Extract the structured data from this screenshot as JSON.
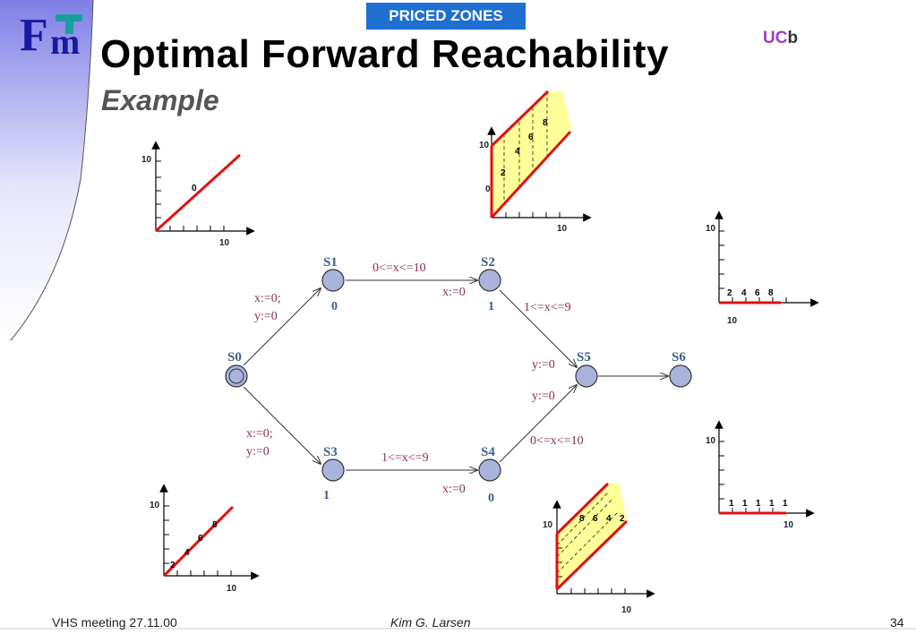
{
  "banner": "PRICED ZONES",
  "title": "Optimal Forward Reachability",
  "subtitle": "Example",
  "ucb": {
    "uc": "UC",
    "b": "b"
  },
  "footer": {
    "left": "VHS meeting 27.11.00",
    "center": "Kim G. Larsen",
    "page": "34"
  },
  "states": {
    "s0": "S0",
    "s1": "S1",
    "s2": "S2",
    "s3": "S3",
    "s4": "S4",
    "s5": "S5",
    "s6": "S6"
  },
  "costs": {
    "s1": "0",
    "s2": "1",
    "s3": "1",
    "s4": "0"
  },
  "edges": {
    "s0_s1_reset_x": "x:=0;",
    "s0_s1_reset_y": "y:=0",
    "s0_s3_reset_x": "x:=0;",
    "s0_s3_reset_y": "y:=0",
    "s1_s2_guard": "0<=x<=10",
    "s1_s2_reset": "x:=0",
    "s2_s5_guard": "1<=x<=9",
    "s2_s5_reset": "y:=0",
    "s3_s4_guard": "1<=x<=9",
    "s3_s4_reset": "x:=0",
    "s4_s5_guard": "0<=x<=10",
    "s4_s5_reset": "y:=0"
  },
  "plots": {
    "s0_plot": {
      "y10": "10",
      "x10": "10",
      "zero": "0"
    },
    "s2_plot": {
      "y10": "10",
      "y0": "0",
      "x10": "10",
      "vals": [
        "2",
        "4",
        "6",
        "8"
      ]
    },
    "s5a_plot": {
      "y10": "10",
      "x10": "10",
      "vals": [
        "2",
        "4",
        "6",
        "8"
      ]
    },
    "s5b_plot": {
      "y10": "10",
      "x10": "10",
      "vals": [
        "1",
        "1",
        "1",
        "1",
        "1"
      ]
    },
    "s3_plot": {
      "y10": "10",
      "x10": "10",
      "vals": [
        "2",
        "4",
        "6",
        "8"
      ]
    },
    "s4_plot": {
      "y10": "10",
      "x10": "10",
      "vals": [
        "8",
        "6",
        "4",
        "2"
      ]
    }
  },
  "colors": {
    "accent": "#1f6fd1",
    "zone_line": "#e01010",
    "zone_fill": "#ffff99",
    "state_fill": "#a9b4dd"
  }
}
